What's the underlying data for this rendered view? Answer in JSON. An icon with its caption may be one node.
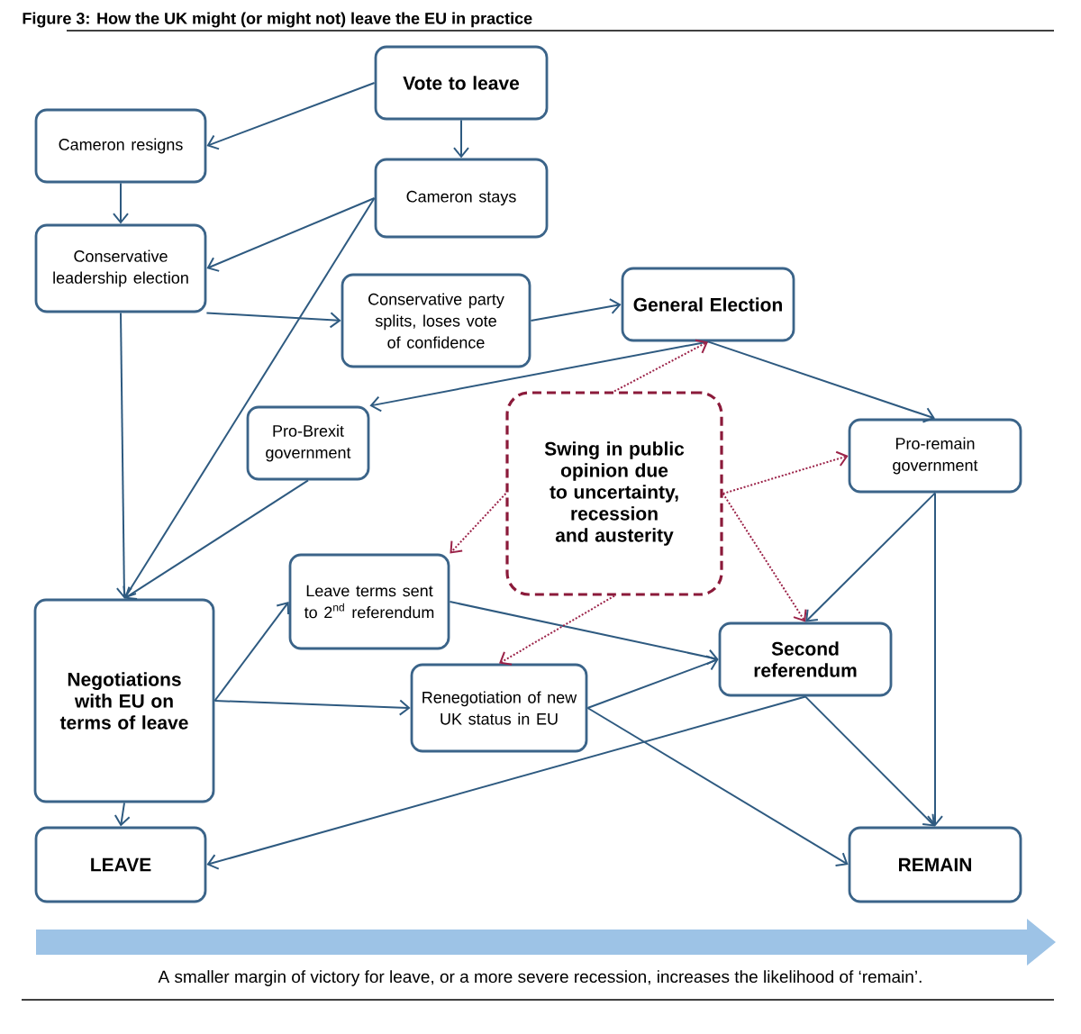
{
  "diagram": {
    "title": "Figure 3: How the UK might (or might not) leave the EU in practice",
    "nodes": [
      {
        "text": [
          "Vote to leave"
        ]
      },
      {
        "text": [
          "Cameron resigns"
        ]
      },
      {
        "text": [
          "Cameron stays"
        ]
      },
      {
        "text": [
          "Conservative leadership election"
        ]
      },
      {
        "text": [
          "Conservative party splits, loses vote of confidence"
        ]
      },
      {
        "text": [
          "General Election"
        ]
      },
      {
        "text": [
          "Pro-Brexit government"
        ]
      },
      {
        "text": [
          "Swing in public opinion due to uncertainty, recession and austerity"
        ]
      },
      {
        "text": [
          "Pro-remain government"
        ]
      },
      {
        "text": [
          "Leave terms sent to 2$^{nd}$ referendum"
        ]
      },
      {
        "text": [
          "Negotiations with EU on terms of leave"
        ]
      },
      {
        "text": [
          "Renegotiation of new UK status in EU"
        ]
      },
      {
        "text": [
          "Second referendum"
        ]
      },
      {
        "text": [
          "LEAVE"
        ]
      },
      {
        "text": [
          "REMAIN"
        ]
      }
    ],
    "edges": [
      {
        "from": 0,
        "to": 1,
        "arrow": "to"
      },
      {
        "from": 0,
        "to": 2,
        "arrow": "to"
      },
      {
        "from": 1,
        "to": 3,
        "arrow": "to"
      },
      {
        "from": 2,
        "to": 3,
        "arrow": "to"
      },
      {
        "from": 2,
        "to": 10,
        "arrow": "to"
      },
      {
        "from": 3,
        "to": 10,
        "arrow": "to"
      },
      {
        "from": 3,
        "to": 4,
        "arrow": "to"
      },
      {
        "from": 4,
        "to": 5,
        "arrow": "to"
      },
      {
        "from": 5,
        "to": 6,
        "arrow": "to"
      },
      {
        "from": 6,
        "to": 10,
        "arrow": "to"
      },
      {
        "from": 5,
        "to": 8,
        "arrow": "to"
      },
      {
        "from": 8,
        "to": 12,
        "arrow": "to"
      },
      {
        "from": 8,
        "to": 14,
        "arrow": "to"
      },
      {
        "from": 10,
        "to": 9,
        "arrow": "to"
      },
      {
        "from": 10,
        "to": 11,
        "arrow": "to"
      },
      {
        "from": 10,
        "to": 13,
        "arrow": "to"
      },
      {
        "from": 9,
        "to": 12,
        "arrow": "to"
      },
      {
        "from": 11,
        "to": 12,
        "arrow": "to"
      },
      {
        "from": 11,
        "to": 14,
        "arrow": "to"
      },
      {
        "from": 12,
        "to": 13,
        "arrow": "to"
      },
      {
        "from": 12,
        "to": 14,
        "arrow": "to"
      },
      {
        "from": 7,
        "to": 5,
        "arrow": "to",
        "style": "dashed",
        "color": "#9b2248"
      },
      {
        "from": 7,
        "to": 8,
        "arrow": "to",
        "style": "dashed",
        "color": "#9b2248"
      },
      {
        "from": 7,
        "to": 9,
        "arrow": "to",
        "style": "dashed",
        "color": "#9b2248"
      },
      {
        "from": 7,
        "to": 11,
        "arrow": "to",
        "style": "dashed",
        "color": "#9b2248"
      },
      {
        "from": 7,
        "to": 12,
        "arrow": "to",
        "style": "dashed",
        "color": "#9b2248"
      }
    ],
    "labels": [
      "A smaller margin of victory for leave, or a more severe recession, increases the likelihood of ‘remain’."
    ]
  }
}
